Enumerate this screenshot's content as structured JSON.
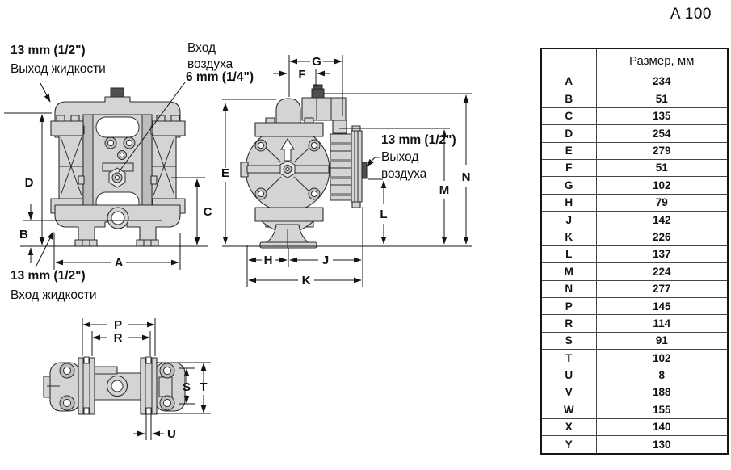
{
  "title": "A 100",
  "table": {
    "header_value_col": "Размер, мм",
    "rows": [
      {
        "letter": "A",
        "value": "234"
      },
      {
        "letter": "B",
        "value": "51"
      },
      {
        "letter": "C",
        "value": "135"
      },
      {
        "letter": "D",
        "value": "254"
      },
      {
        "letter": "E",
        "value": "279"
      },
      {
        "letter": "F",
        "value": "51"
      },
      {
        "letter": "G",
        "value": "102"
      },
      {
        "letter": "H",
        "value": "79"
      },
      {
        "letter": "J",
        "value": "142"
      },
      {
        "letter": "K",
        "value": "226"
      },
      {
        "letter": "L",
        "value": "137"
      },
      {
        "letter": "M",
        "value": "224"
      },
      {
        "letter": "N",
        "value": "277"
      },
      {
        "letter": "P",
        "value": "145"
      },
      {
        "letter": "R",
        "value": "114"
      },
      {
        "letter": "S",
        "value": "91"
      },
      {
        "letter": "T",
        "value": "102"
      },
      {
        "letter": "U",
        "value": "8"
      },
      {
        "letter": "V",
        "value": "188"
      },
      {
        "letter": "W",
        "value": "155"
      },
      {
        "letter": "X",
        "value": "140"
      },
      {
        "letter": "Y",
        "value": "130"
      }
    ]
  },
  "callouts": {
    "fluid_outlet": {
      "size": "13 mm (1/2\")",
      "name": "Выход жидкости"
    },
    "air_inlet": {
      "word1": "Вход",
      "word2": "воздуха",
      "size": "6 mm (1/4\")"
    },
    "air_outlet": {
      "size": "13 mm (1/2\")",
      "word1": "Выход",
      "word2": "воздуха"
    },
    "fluid_inlet": {
      "size": "13 mm (1/2\")",
      "name": "Вход жидкости"
    }
  },
  "dim_letters": {
    "A": "A",
    "B": "B",
    "C": "C",
    "D": "D",
    "E": "E",
    "F": "F",
    "G": "G",
    "H": "H",
    "J": "J",
    "K": "K",
    "L": "L",
    "M": "M",
    "N": "N",
    "P": "P",
    "R": "R",
    "S": "S",
    "T": "T",
    "U": "U"
  }
}
